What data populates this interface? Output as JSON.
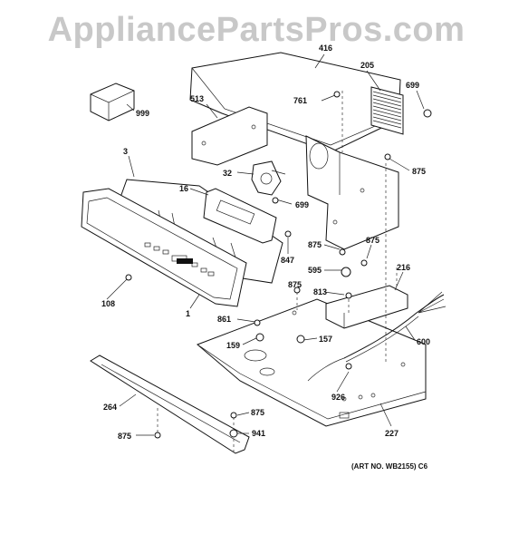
{
  "watermark": "AppliancePartsPros.com",
  "art_number": "(ART NO. WB2155) C6",
  "callouts": [
    {
      "id": "c416",
      "text": "416"
    },
    {
      "id": "c205",
      "text": "205"
    },
    {
      "id": "c699a",
      "text": "699"
    },
    {
      "id": "c513",
      "text": "513"
    },
    {
      "id": "c761",
      "text": "761"
    },
    {
      "id": "c999",
      "text": "999"
    },
    {
      "id": "c3",
      "text": "3"
    },
    {
      "id": "c32",
      "text": "32"
    },
    {
      "id": "c875a",
      "text": "875"
    },
    {
      "id": "c16",
      "text": "16"
    },
    {
      "id": "c699b",
      "text": "699"
    },
    {
      "id": "c875b",
      "text": "875"
    },
    {
      "id": "c875c",
      "text": "875"
    },
    {
      "id": "c847",
      "text": "847"
    },
    {
      "id": "c595",
      "text": "595"
    },
    {
      "id": "c216",
      "text": "216"
    },
    {
      "id": "c108",
      "text": "108"
    },
    {
      "id": "c875d",
      "text": "875"
    },
    {
      "id": "c813",
      "text": "813"
    },
    {
      "id": "c1",
      "text": "1"
    },
    {
      "id": "c861",
      "text": "861"
    },
    {
      "id": "c157",
      "text": "157"
    },
    {
      "id": "c159",
      "text": "159"
    },
    {
      "id": "c600",
      "text": "600"
    },
    {
      "id": "c264",
      "text": "264"
    },
    {
      "id": "c926",
      "text": "926"
    },
    {
      "id": "c875e",
      "text": "875"
    },
    {
      "id": "c941",
      "text": "941"
    },
    {
      "id": "c875f",
      "text": "875"
    },
    {
      "id": "c227",
      "text": "227"
    }
  ]
}
